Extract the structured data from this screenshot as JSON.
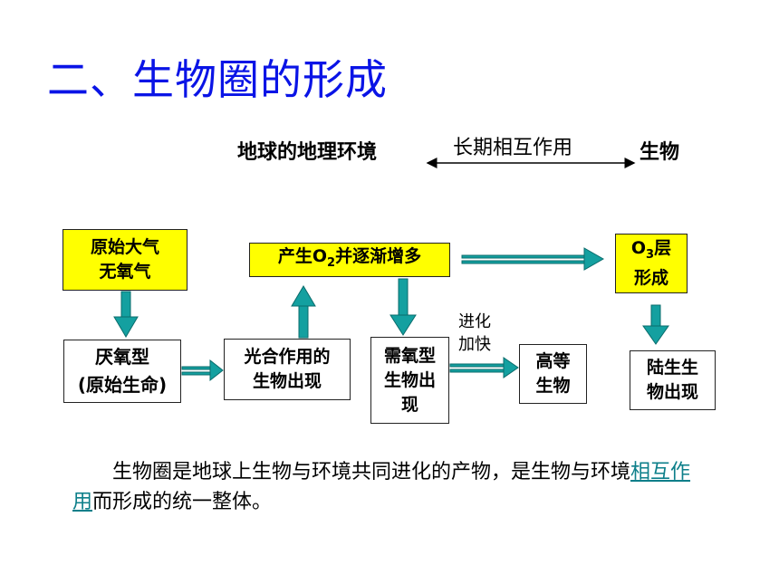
{
  "slide": {
    "title": "二、生物圈的形成",
    "relation": {
      "left": "地球的地理环境",
      "middle": "长期相互作用",
      "right": "生物"
    },
    "boxes": {
      "primitive_atmosphere": [
        "原始大气",
        "无氧气"
      ],
      "o2_increase_prefix": "产生O",
      "o2_increase_sub": "2",
      "o2_increase_suffix": "并逐渐增多",
      "ozone_prefix": "O",
      "ozone_sub": "3",
      "ozone_suffix": "层",
      "ozone_line2": "形成",
      "anaerobic": [
        "厌氧型",
        "(原始生命)"
      ],
      "photosynthesis": [
        "光合作用的",
        "生物出现"
      ],
      "aerobic": [
        "需氧型",
        "生物出",
        "现"
      ],
      "higher": [
        "高等",
        "生物"
      ],
      "land": [
        "陆生生",
        "物出现"
      ]
    },
    "evolution_note": [
      "进化",
      "加快"
    ],
    "paragraph": {
      "part1": "生物圈是地球上生物与环境共同进化的产物，是生物与环境",
      "link": "相互作用",
      "part2": "而形成的统一整体。"
    },
    "colors": {
      "title": "#0a14e6",
      "arrow": "#14a0a0",
      "box_yellow": "#ffff00",
      "link": "#0d7f8a"
    }
  }
}
